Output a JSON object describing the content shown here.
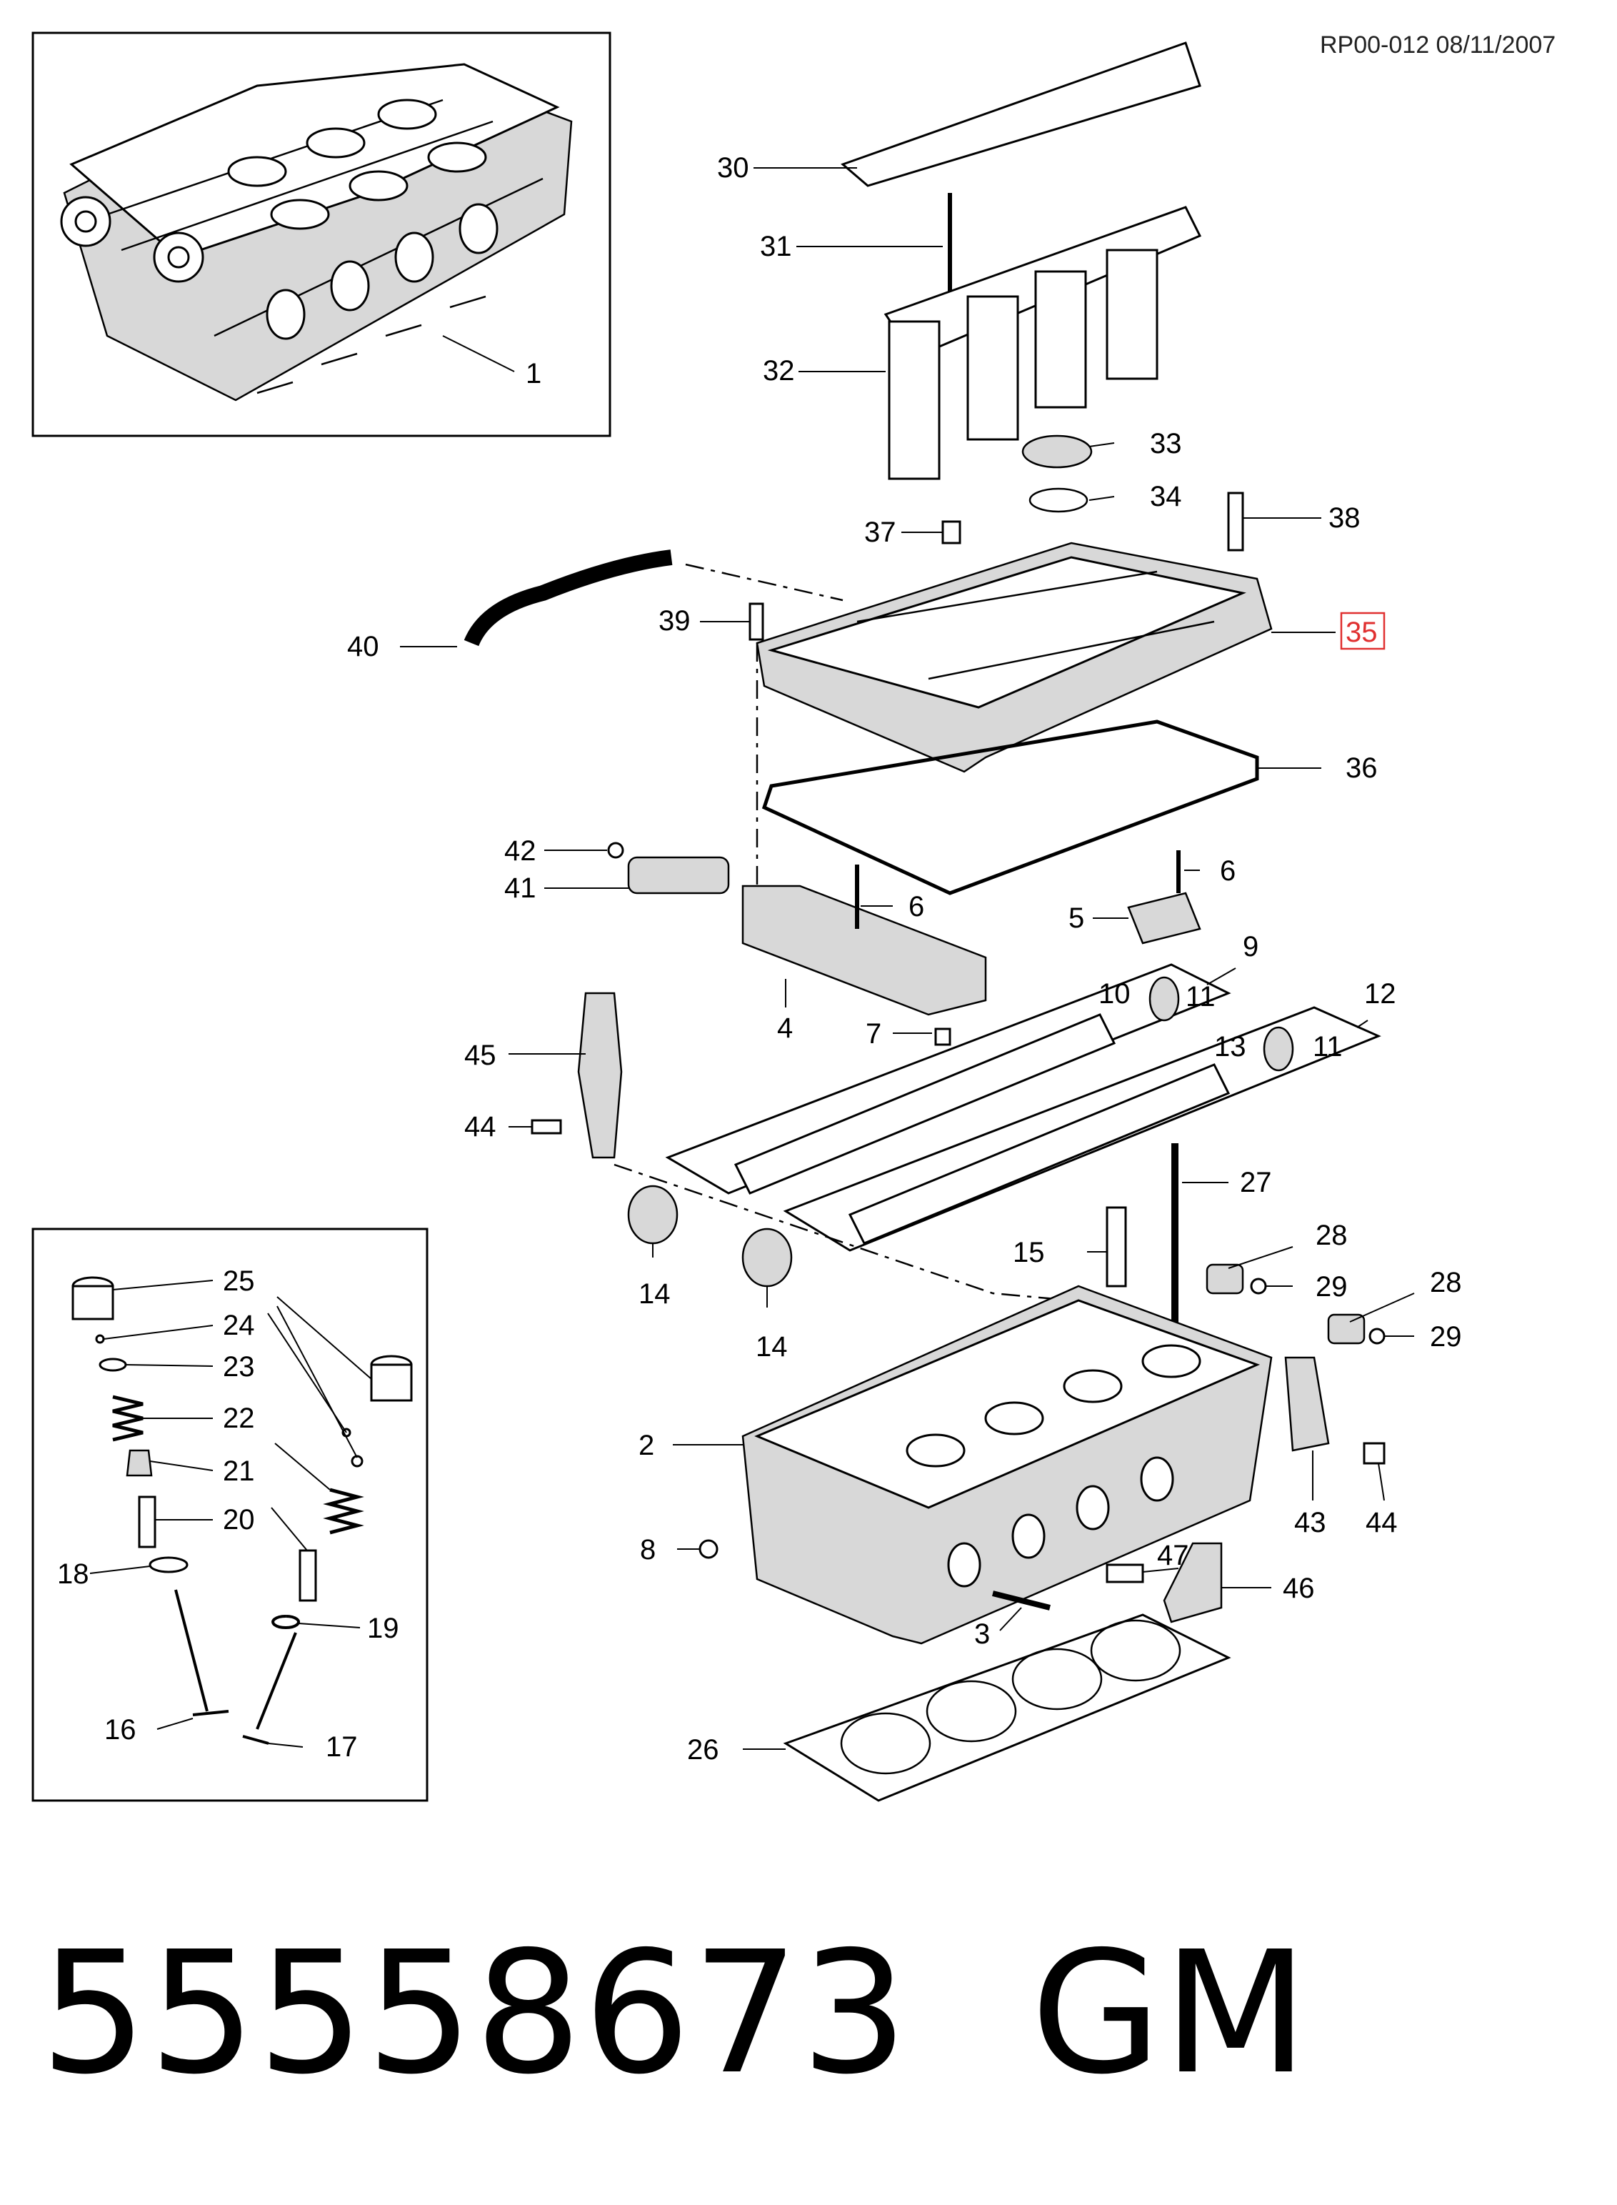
{
  "header": {
    "reference": "RP00-012 08/11/2007"
  },
  "part": {
    "number": "55558673",
    "brand": "GM"
  },
  "highlighted_callout": "35",
  "callouts": {
    "c1": "1",
    "c2": "2",
    "c3": "3",
    "c4": "4",
    "c5": "5",
    "c6a": "6",
    "c6b": "6",
    "c7": "7",
    "c8": "8",
    "c9": "9",
    "c10": "10",
    "c11a": "11",
    "c11b": "11",
    "c12": "12",
    "c13": "13",
    "c14a": "14",
    "c14b": "14",
    "c15": "15",
    "c16": "16",
    "c17": "17",
    "c18": "18",
    "c19": "19",
    "c20": "20",
    "c21": "21",
    "c22": "22",
    "c23": "23",
    "c24": "24",
    "c25": "25",
    "c26": "26",
    "c27": "27",
    "c28a": "28",
    "c28b": "28",
    "c29a": "29",
    "c29b": "29",
    "c30": "30",
    "c31": "31",
    "c32": "32",
    "c33": "33",
    "c34": "34",
    "c35": "35",
    "c36": "36",
    "c37": "37",
    "c38": "38",
    "c39": "39",
    "c40": "40",
    "c41": "41",
    "c42": "42",
    "c43": "43",
    "c44a": "44",
    "c44b": "44",
    "c45": "45",
    "c46": "46",
    "c47": "47"
  }
}
